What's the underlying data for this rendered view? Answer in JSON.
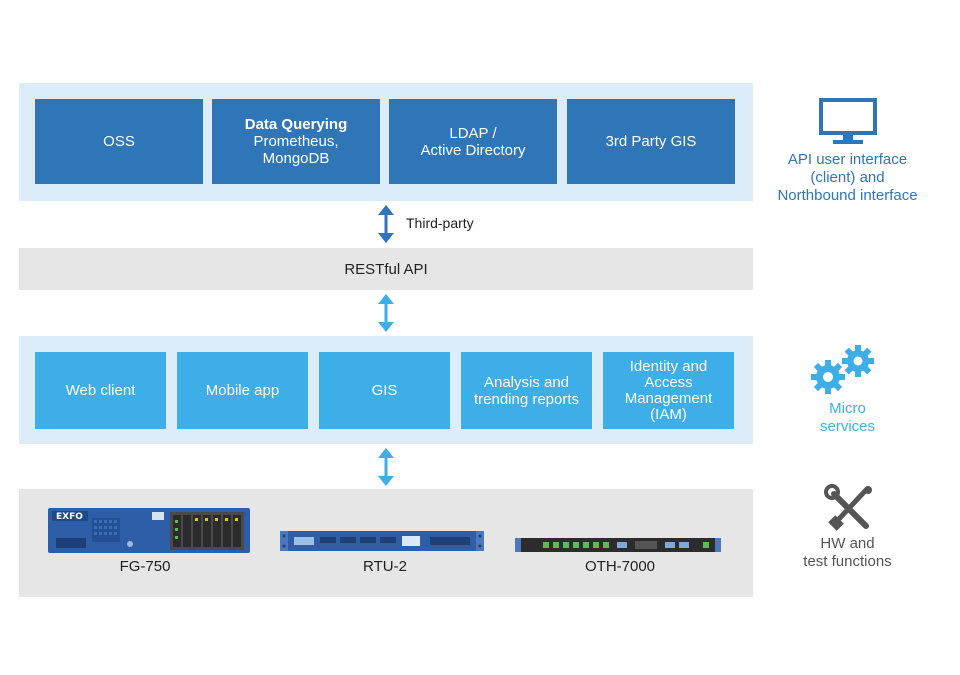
{
  "layers": {
    "northbound": {
      "boxes": [
        {
          "lines": [
            "OSS"
          ],
          "bold_first": false
        },
        {
          "lines": [
            "Data Querying",
            "Prometheus,",
            "MongoDB"
          ],
          "bold_first": true
        },
        {
          "lines": [
            "LDAP /",
            "Active Directory"
          ],
          "bold_first": false
        },
        {
          "lines": [
            "3rd Party GIS"
          ],
          "bold_first": false
        }
      ]
    },
    "third_party_label": "Third-party",
    "restful_api_label": "RESTful API",
    "micro": {
      "boxes": [
        {
          "lines": [
            "Web client"
          ]
        },
        {
          "lines": [
            "Mobile app"
          ]
        },
        {
          "lines": [
            "GIS"
          ]
        },
        {
          "lines": [
            "Analysis and",
            "trending reports"
          ]
        },
        {
          "lines": [
            "Identity and",
            "Access",
            "Management",
            "(IAM)"
          ]
        }
      ]
    },
    "hardware": {
      "devices": [
        {
          "label": "FG-750",
          "brand": "EXFO"
        },
        {
          "label": "RTU-2"
        },
        {
          "label": "OTH-7000"
        }
      ]
    }
  },
  "side": {
    "api": {
      "icon": "monitor-icon",
      "lines": [
        "API user interface",
        "(client) and",
        "Northbound interface"
      ],
      "color": "#2f76b8"
    },
    "micro": {
      "icon": "gears-icon",
      "lines": [
        "Micro",
        "services"
      ],
      "color": "#3eaee8"
    },
    "hw": {
      "icon": "tools-icon",
      "lines": [
        "HW and",
        "test functions"
      ],
      "color": "#555555"
    }
  },
  "colors": {
    "dark_blue": "#2f76b8",
    "light_blue": "#3eaee8",
    "band_light": "#dcecf8",
    "band_grey": "#e6e6e6"
  }
}
